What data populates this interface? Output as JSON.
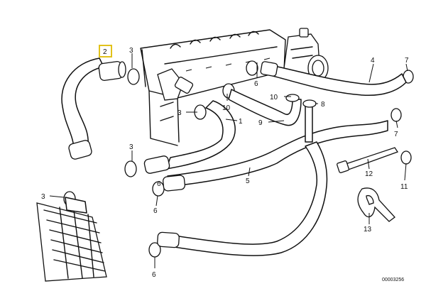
{
  "diagram": {
    "labels": {
      "p1": "1",
      "p2": "2",
      "p3a": "3",
      "p3b": "3",
      "p3c": "3",
      "p3d": "3",
      "p4": "4",
      "p5": "5",
      "p6a": "6",
      "p6b": "6",
      "p6c": "6",
      "p6d": "6",
      "p7a": "7",
      "p7b": "7",
      "p8": "8",
      "p9": "9",
      "p10a": "10",
      "p10b": "10",
      "p11": "11",
      "p12": "12",
      "p13": "13"
    },
    "highlight": "#e2c21a",
    "diagram_id": "00003256"
  }
}
